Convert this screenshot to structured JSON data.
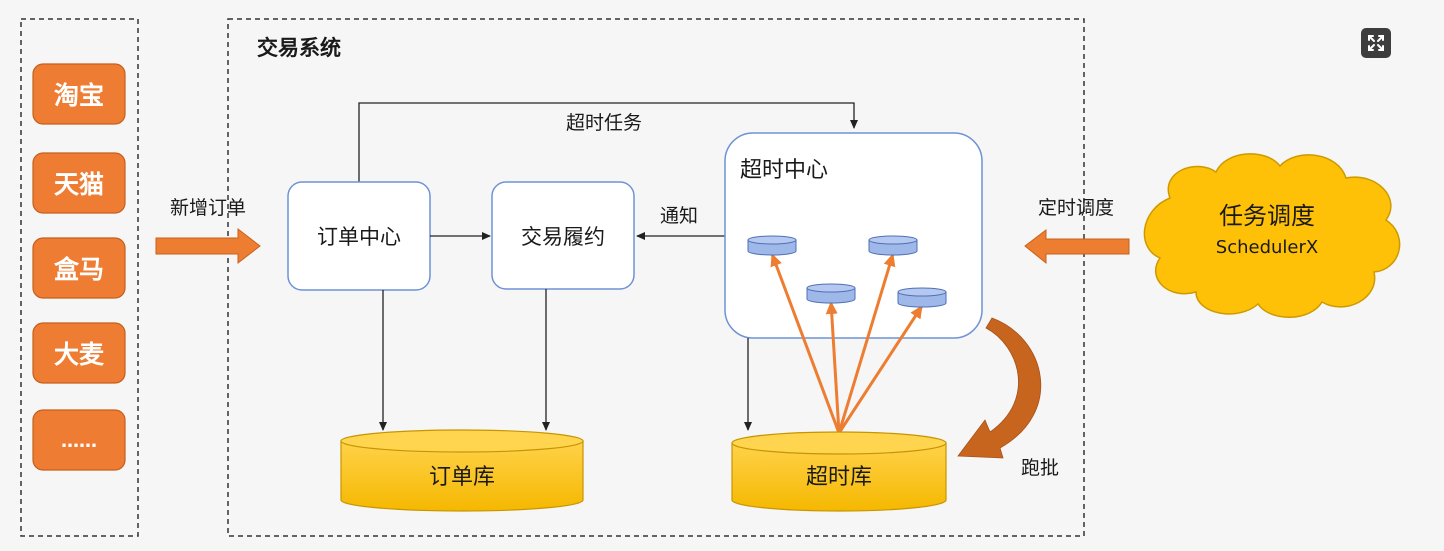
{
  "diagram": {
    "channels": [
      "淘宝",
      "天猫",
      "盒马",
      "大麦",
      "……"
    ],
    "trade_system_title": "交易系统",
    "new_order_label": "新增订单",
    "order_center": "订单中心",
    "fulfillment": "交易履约",
    "timeout_center": "超时中心",
    "timeout_task_label": "超时任务",
    "notify_label": "通知",
    "order_db": "订单库",
    "timeout_db": "超时库",
    "batch_label": "跑批",
    "schedule_label": "定时调度",
    "scheduler_title": "任务调度",
    "scheduler_subtitle": "SchedulerX"
  },
  "icons": {
    "expand": "expand-icon"
  },
  "colors": {
    "channel_fill": "#ee7d33",
    "arrow_orange": "#ed7d31",
    "box_border": "#6f92d6",
    "db_fill": "#fcbf00",
    "db_border": "#c79500",
    "mini_db_fill": "#9eb8ea",
    "mini_db_border": "#4f6fb6",
    "cloud_fill": "#ffc107",
    "batch_arrow": "#c7641e"
  }
}
